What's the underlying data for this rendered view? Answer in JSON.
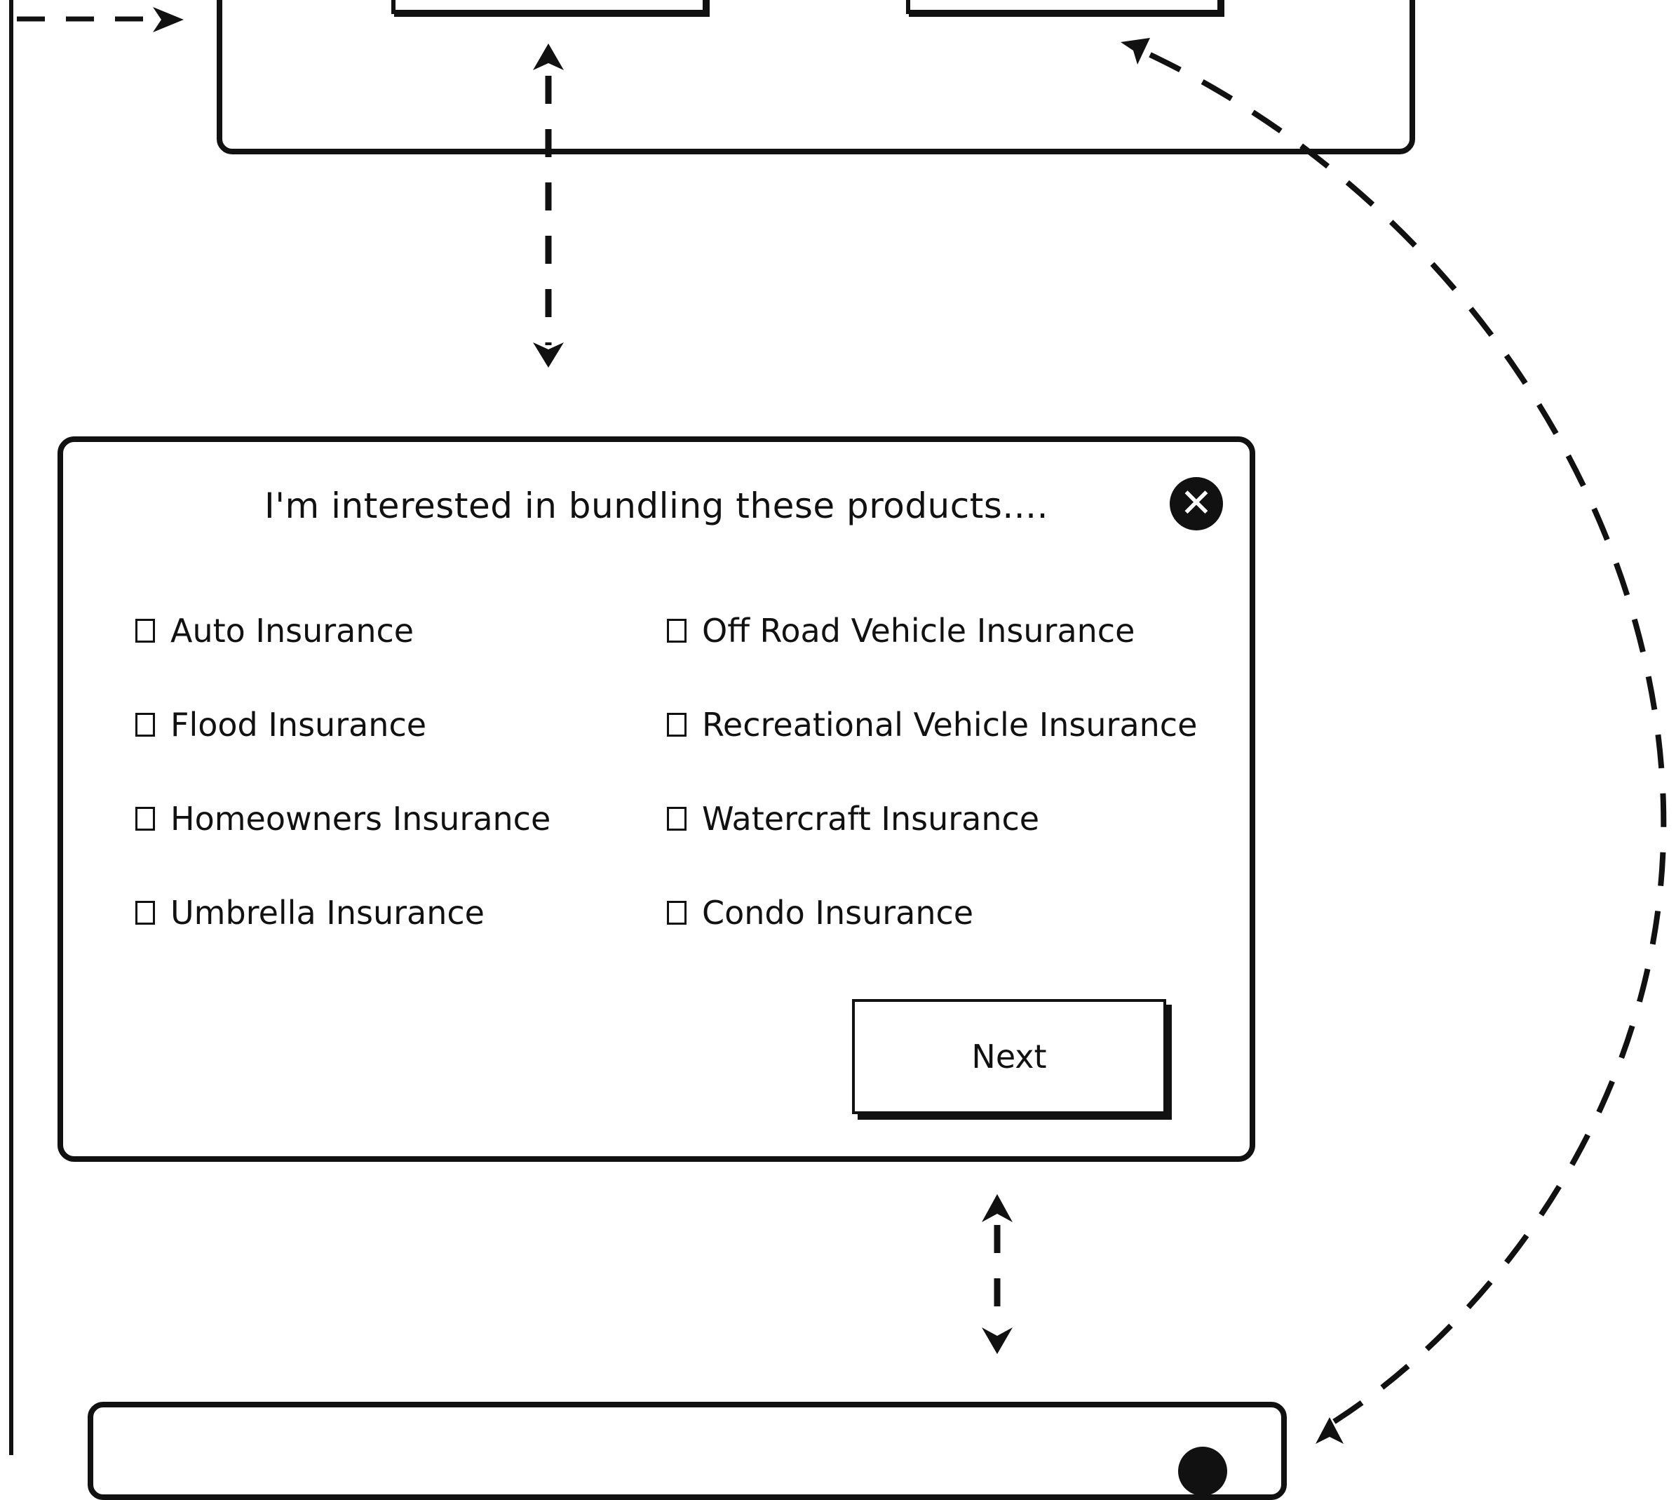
{
  "dialog": {
    "title": "I'm interested in bundling these products....",
    "close_icon": "close-icon",
    "options": [
      {
        "label": "Auto Insurance",
        "checked": false
      },
      {
        "label": "Off Road Vehicle Insurance",
        "checked": false
      },
      {
        "label": "Flood Insurance",
        "checked": false
      },
      {
        "label": "Recreational Vehicle Insurance",
        "checked": false
      },
      {
        "label": "Homeowners Insurance",
        "checked": false
      },
      {
        "label": "Watercraft Insurance",
        "checked": false
      },
      {
        "label": "Umbrella Insurance",
        "checked": false
      },
      {
        "label": "Condo Insurance",
        "checked": false
      }
    ],
    "next_label": "Next"
  },
  "colors": {
    "stroke": "#111111",
    "background": "#ffffff"
  }
}
